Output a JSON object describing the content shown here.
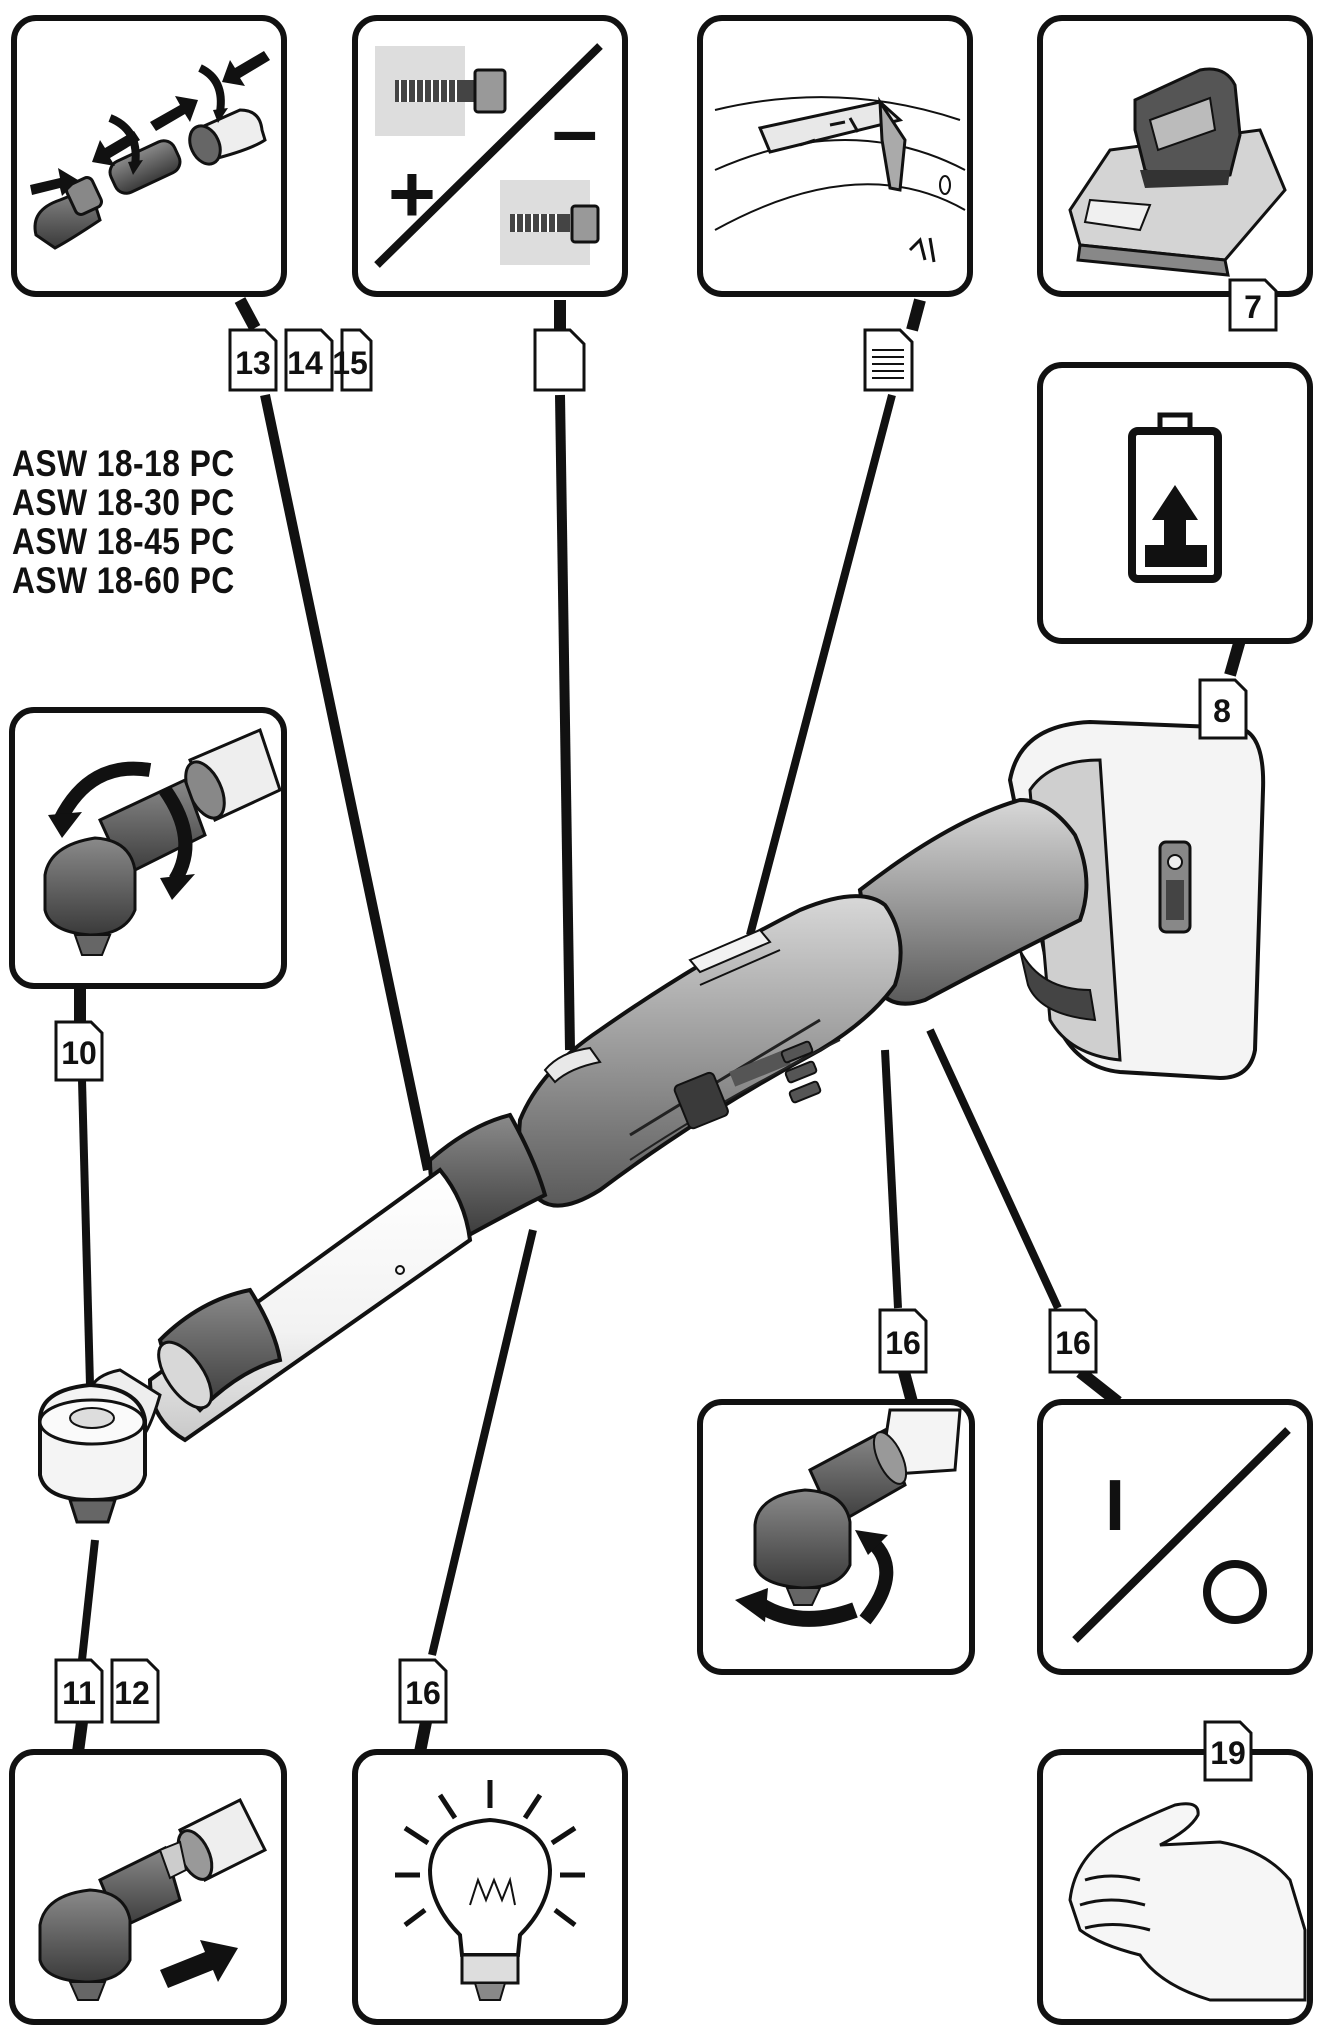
{
  "models": [
    "ASW 18-18 PC",
    "ASW 18-30 PC",
    "ASW 18-45 PC",
    "ASW 18-60 PC"
  ],
  "page_refs": {
    "assembly": [
      "13",
      "14",
      "15"
    ],
    "charger": "7",
    "battery": "8",
    "angle_head": "10",
    "tool_change": [
      "11",
      "12"
    ],
    "lamp": "16",
    "direction": "16",
    "on_off": "16",
    "hand": "19"
  },
  "symbols": {
    "plus": "+",
    "minus": "–",
    "on": "I"
  },
  "icons": {
    "assembly": "angle-head-assembly-icon",
    "torque": "torque-adjust-icon",
    "scale": "setting-scale-icon",
    "charger": "battery-charger-icon",
    "battery": "battery-charge-icon",
    "rotate": "rotate-head-icon",
    "tool_change": "insert-bit-icon",
    "lamp": "light-bulb-icon",
    "direction": "rotation-direction-icon",
    "on_off": "on-off-icon",
    "hand": "hand-icon"
  },
  "colors": {
    "line": "#111111",
    "panel": "#ffffff",
    "tool_body": "#9a9a9a",
    "tool_dark": "#555555"
  }
}
